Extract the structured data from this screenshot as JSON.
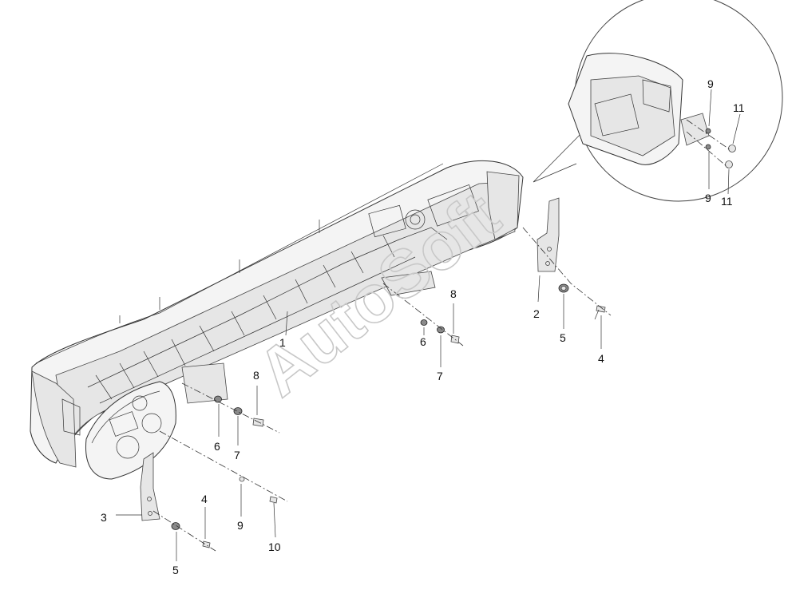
{
  "watermark": "AutoSoft",
  "callouts": [
    {
      "id": "c1",
      "text": "1"
    },
    {
      "id": "c2",
      "text": "2"
    },
    {
      "id": "c3",
      "text": "3"
    },
    {
      "id": "c4a",
      "text": "4"
    },
    {
      "id": "c4b",
      "text": "4"
    },
    {
      "id": "c5a",
      "text": "5"
    },
    {
      "id": "c5b",
      "text": "5"
    },
    {
      "id": "c6a",
      "text": "6"
    },
    {
      "id": "c6b",
      "text": "6"
    },
    {
      "id": "c7a",
      "text": "7"
    },
    {
      "id": "c7b",
      "text": "7"
    },
    {
      "id": "c8a",
      "text": "8"
    },
    {
      "id": "c8b",
      "text": "8"
    },
    {
      "id": "c9a",
      "text": "9"
    },
    {
      "id": "c9b",
      "text": "9"
    },
    {
      "id": "c9c",
      "text": "9"
    },
    {
      "id": "c10",
      "text": "10"
    },
    {
      "id": "c11a",
      "text": "11"
    },
    {
      "id": "c11b",
      "text": "11"
    }
  ]
}
